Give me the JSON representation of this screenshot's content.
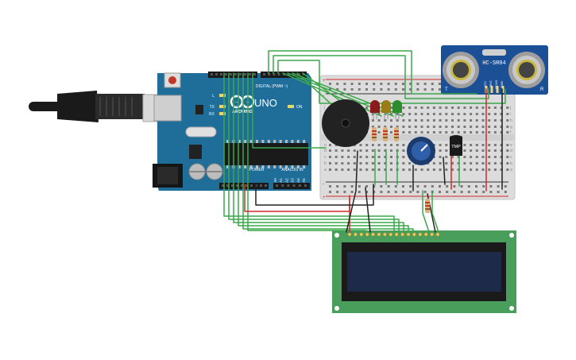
{
  "arduino": {
    "brand_logo": "arduino-infinity-logo",
    "brand_text": "ARDUINO",
    "model": "UNO",
    "digital_label": "DIGITAL (PWM ~)",
    "power_label": "POWER",
    "analog_label": "ANALOG IN",
    "led_l": "L",
    "led_tx": "TX",
    "led_rx": "RX",
    "led_on": "ON",
    "analog_pins": [
      "A0",
      "A1",
      "A2",
      "A3",
      "A4",
      "A5"
    ],
    "board_color": "#1f6d99"
  },
  "sensor": {
    "model": "HC-SR04",
    "pins": [
      "VCC",
      "TRIG",
      "ECHO",
      "GND"
    ],
    "left_mark": "T",
    "right_mark": "R",
    "board_color": "#1b4f96"
  },
  "temp_sensor": {
    "label": "TMP"
  },
  "breadboard": {
    "row_letters_top": [
      "j",
      "i",
      "h",
      "g",
      "f"
    ],
    "row_letters_bottom": [
      "e",
      "d",
      "c",
      "b",
      "a"
    ],
    "plus": "+",
    "minus": "-"
  },
  "leds": [
    {
      "color": "#8b1a1a"
    },
    {
      "color": "#9a7b16"
    },
    {
      "color": "#2e8b2e"
    }
  ],
  "lcd": {
    "pin_count": 16,
    "board_color": "#4a9e5c",
    "screen_color": "#1d2a4a"
  },
  "colors": {
    "wire_green": "#3aa84a",
    "wire_red": "#d42a2a",
    "wire_black": "#222222"
  }
}
